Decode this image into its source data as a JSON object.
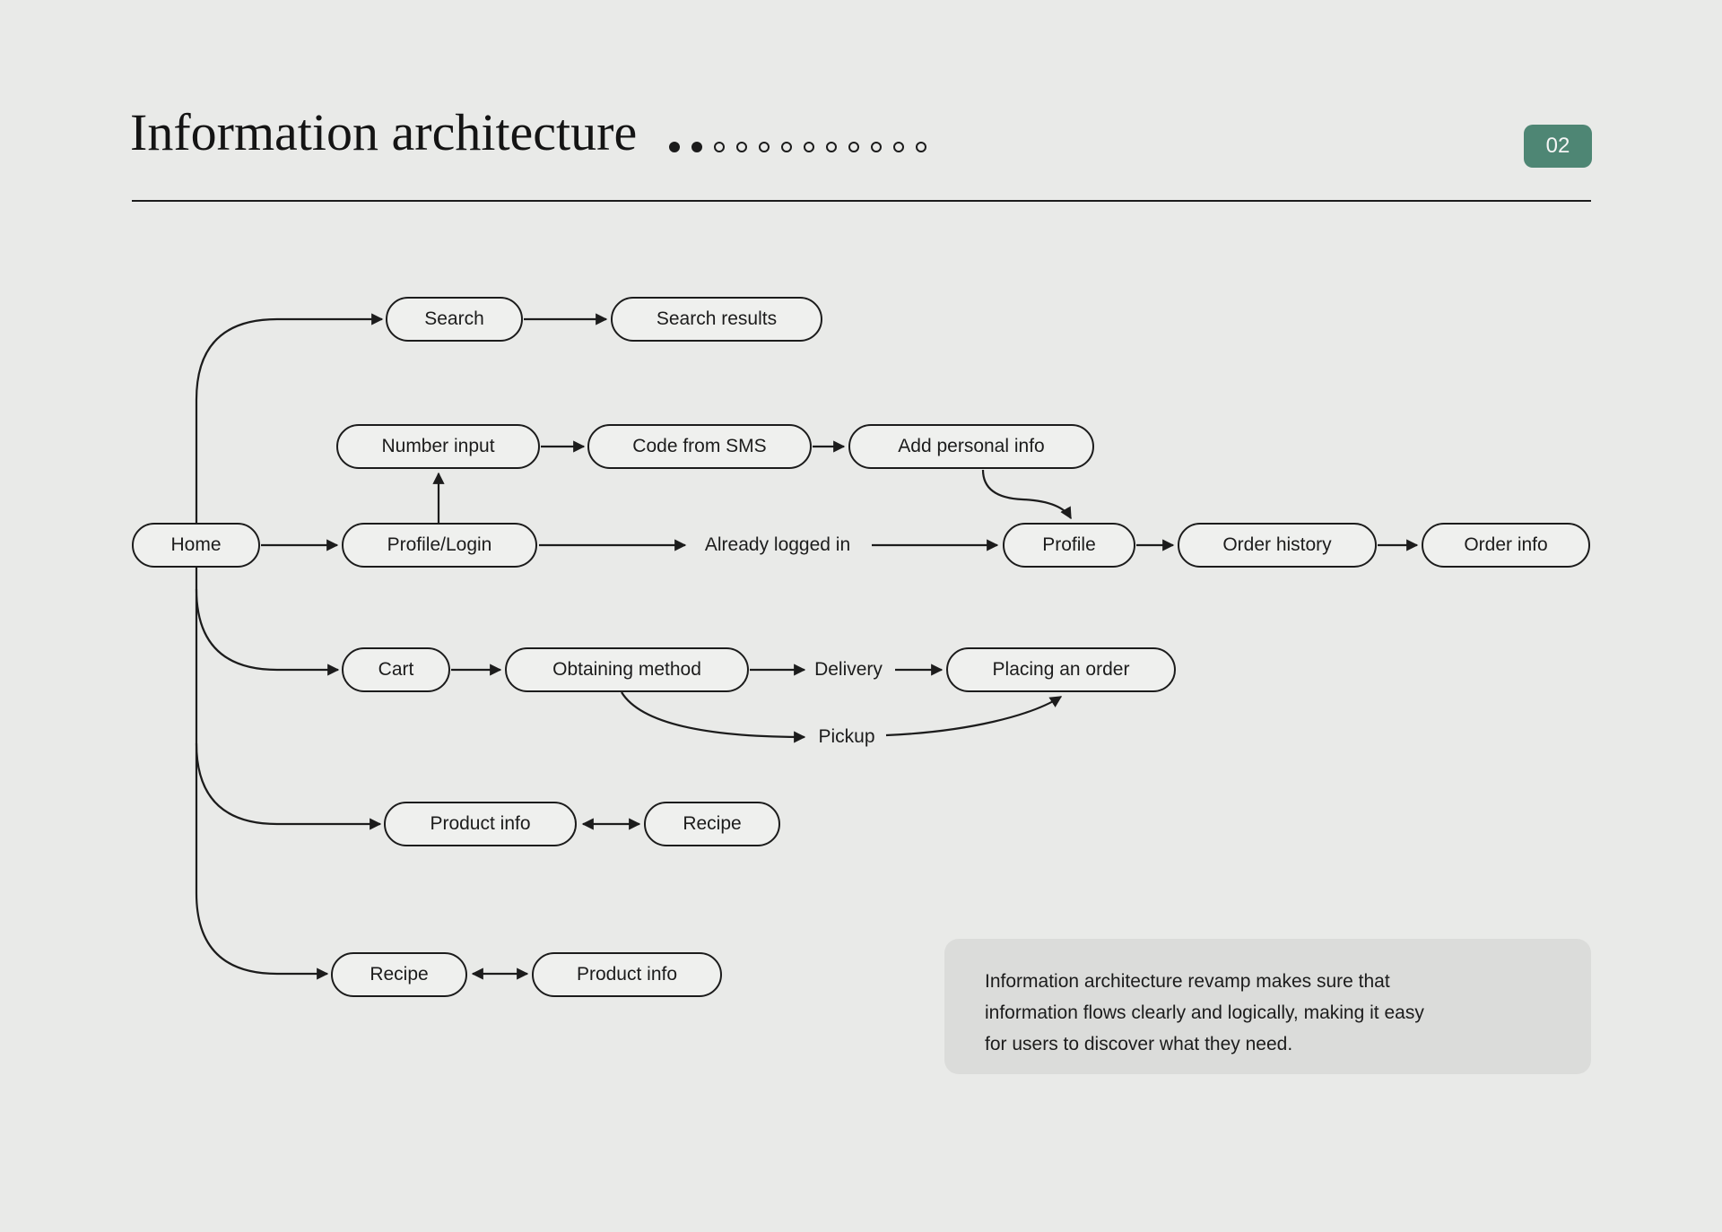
{
  "header": {
    "title": "Information architecture",
    "page_badge": "02",
    "pager": {
      "total_dots": 12,
      "active_dots": 2
    }
  },
  "colors": {
    "background": "#e9eae8",
    "node_fill": "#eff0ee",
    "line": "#1c1c1c",
    "badge_green": "#4e8674",
    "note_background": "#dbdcda"
  },
  "diagram": {
    "nodes": {
      "home": "Home",
      "search": "Search",
      "search_results": "Search results",
      "number_input": "Number input",
      "code_from_sms": "Code from SMS",
      "add_personal_info": "Add personal info",
      "profile_login": "Profile/Login",
      "profile": "Profile",
      "order_history": "Order history",
      "order_info": "Order info",
      "cart": "Cart",
      "obtaining_method": "Obtaining method",
      "placing_an_order": "Placing an order",
      "product_info_top": "Product info",
      "recipe_top": "Recipe",
      "recipe_bottom": "Recipe",
      "product_info_bottom": "Product info"
    },
    "edge_labels": {
      "already_logged_in": "Already logged in",
      "delivery": "Delivery",
      "pickup": "Pickup"
    }
  },
  "note": {
    "lines": [
      "Information architecture revamp makes sure that",
      "information flows clearly and logically, making it easy",
      "for users to discover what they need."
    ]
  }
}
